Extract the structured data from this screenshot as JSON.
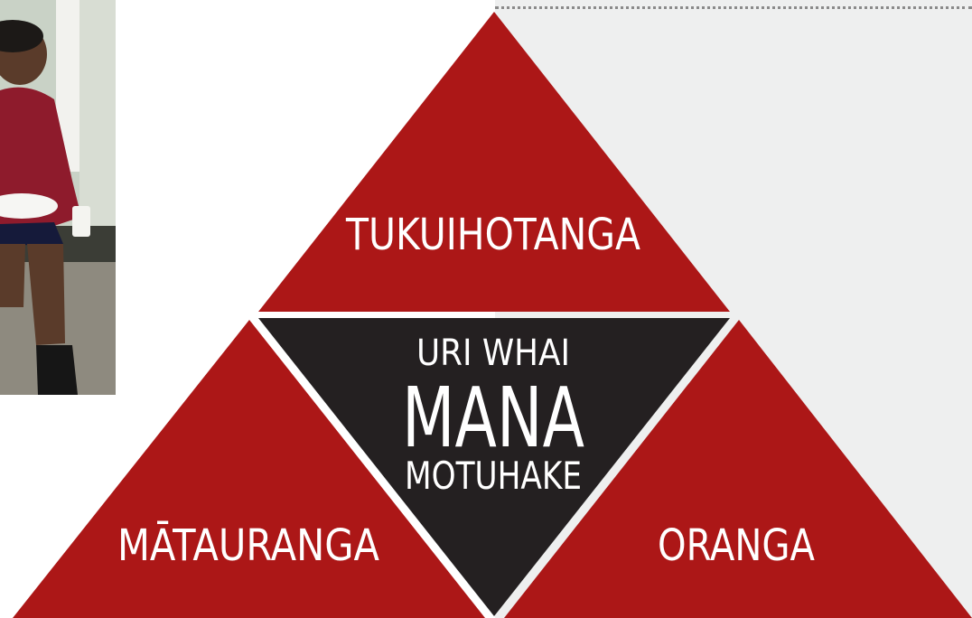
{
  "diagram": {
    "top_label": "TUKUIHOTANGA",
    "left_label": "MĀTAURANGA",
    "right_label": "ORANGA",
    "center_line1": "URI WHAI",
    "center_line2": "MANA",
    "center_line3": "MOTUHAKE"
  },
  "colors": {
    "red": "#ac1717",
    "dark": "#242021",
    "panel": "#eeefef"
  },
  "photo": {
    "description_icon": "student-photo"
  }
}
